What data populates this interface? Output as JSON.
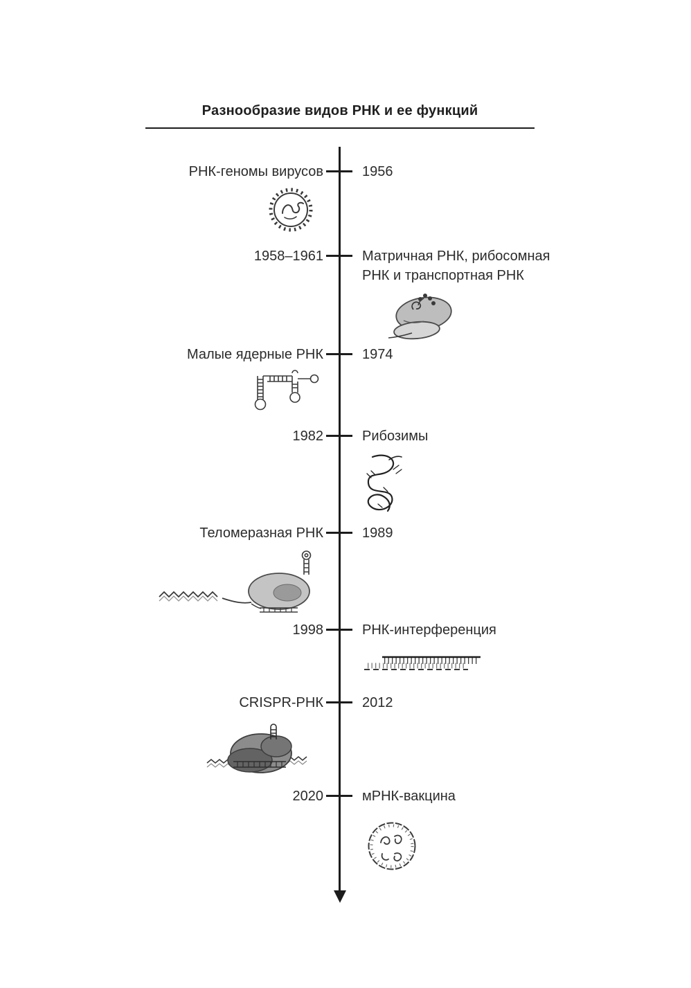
{
  "title": "Разнообразие видов РНК и ее функций",
  "colors": {
    "background": "#ffffff",
    "text": "#2b2b2b",
    "axis": "#1c1c1c",
    "icon_stroke": "#3a3a3a",
    "icon_fill_light": "#d6d6d6",
    "icon_fill_medium": "#bdbdbd",
    "icon_fill_dark": "#8c8c8c"
  },
  "timeline": {
    "direction": "top-to-bottom",
    "entries": [
      {
        "year": "1956",
        "label": "РНК-геномы вирусов",
        "label_side": "left",
        "icon": "virus-icon"
      },
      {
        "year": "1958–1961",
        "label": "Матричная РНК, рибосомная\nРНК и транспортная РНК",
        "label_side": "right",
        "icon": "ribosome-icon"
      },
      {
        "year": "1974",
        "label": "Малые ядерные РНК",
        "label_side": "left",
        "icon": "small-nuclear-rna-icon"
      },
      {
        "year": "1982",
        "label": "Рибозимы",
        "label_side": "right",
        "icon": "ribozyme-icon"
      },
      {
        "year": "1989",
        "label": "Теломеразная РНК",
        "label_side": "left",
        "icon": "telomerase-rna-icon"
      },
      {
        "year": "1998",
        "label": "РНК-интерференция",
        "label_side": "right",
        "icon": "rna-interference-icon"
      },
      {
        "year": "2012",
        "label": "CRISPR-РНК",
        "label_side": "left",
        "icon": "crispr-rna-icon"
      },
      {
        "year": "2020",
        "label": "мРНК-вакцина",
        "label_side": "right",
        "icon": "mrna-vaccine-icon"
      }
    ]
  }
}
